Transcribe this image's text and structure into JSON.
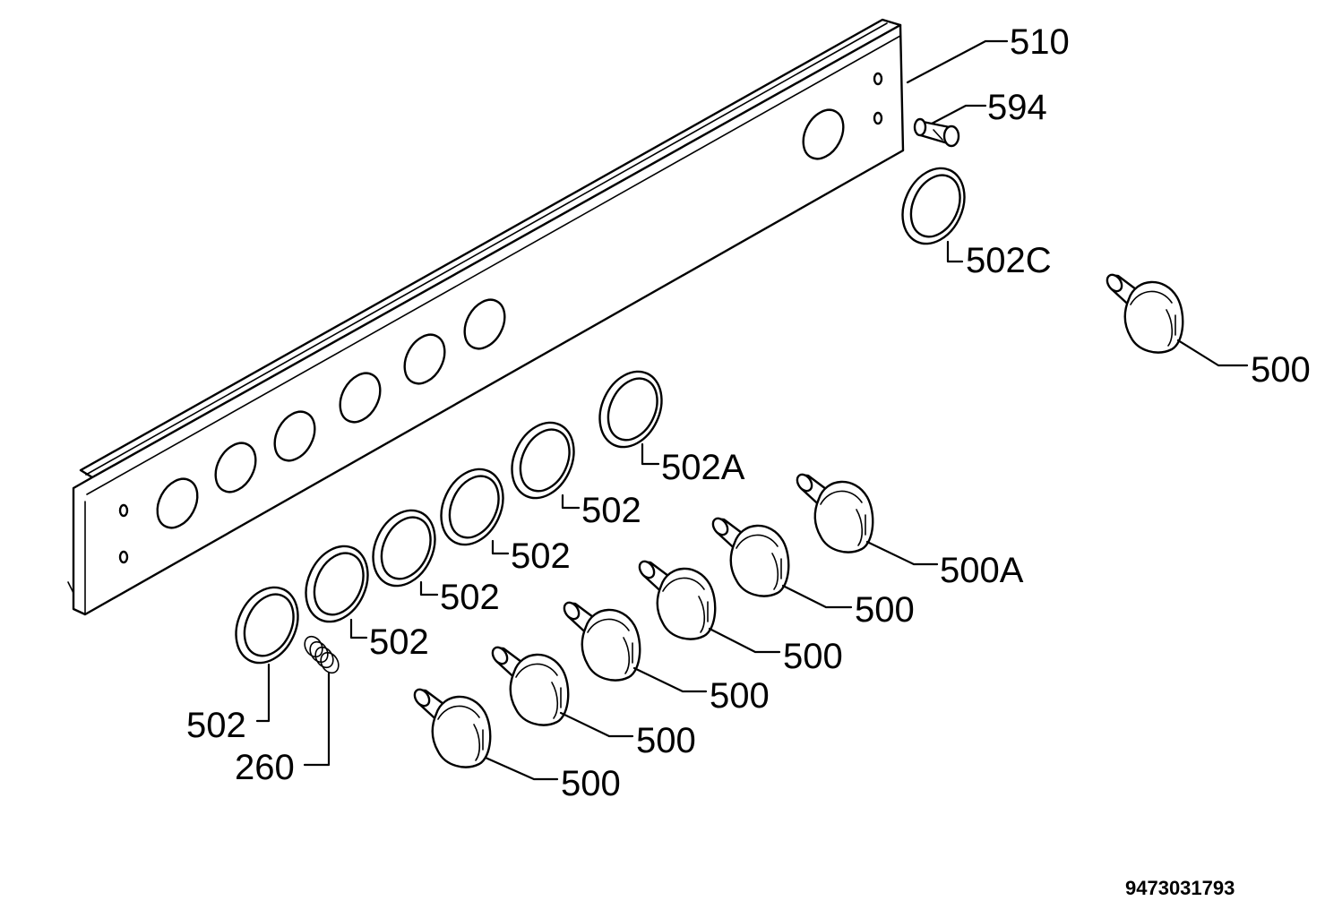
{
  "diagram": {
    "document_number": "9473031793",
    "labels": {
      "panel": "510",
      "pin": "594",
      "ring_c": "502C",
      "knob_right": "500",
      "ring_a": "502A",
      "ring_1": "502",
      "ring_2": "502",
      "ring_3": "502",
      "ring_4": "502",
      "ring_5": "502",
      "knob_a": "500A",
      "knob_1": "500",
      "knob_2": "500",
      "knob_3": "500",
      "knob_4": "500",
      "knob_5": "500",
      "spring": "260"
    }
  }
}
